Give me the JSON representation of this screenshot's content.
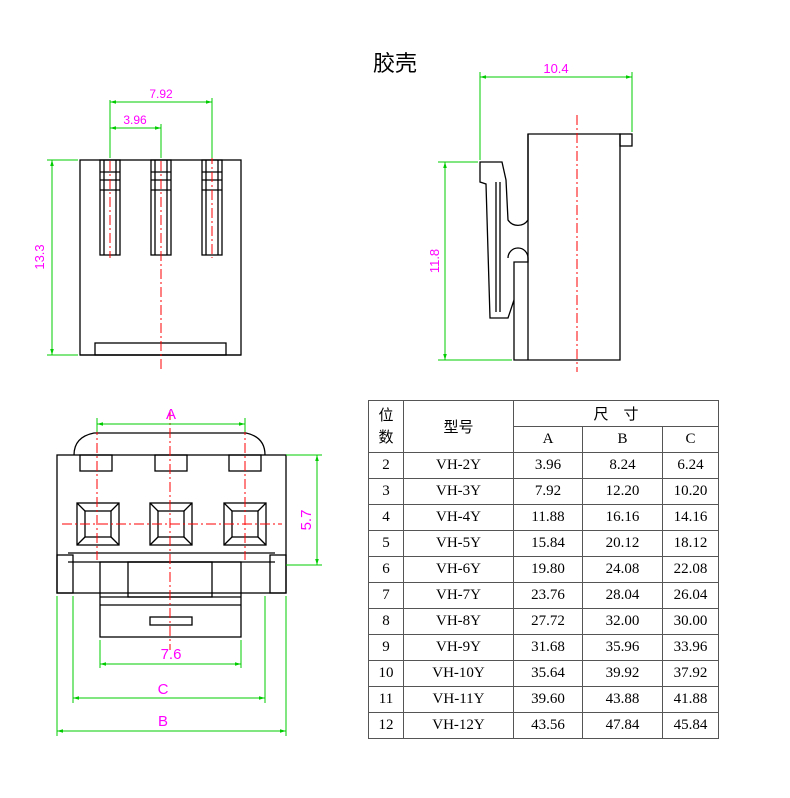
{
  "title": "胶壳",
  "dims": {
    "pitch_single": "3.96",
    "pitch_double": "7.92",
    "height": "13.3",
    "side_width": "10.4",
    "side_height": "11.8",
    "a": "A",
    "b": "B",
    "c": "C",
    "inner_width": "7.6",
    "depth": "5.7"
  },
  "table": {
    "col_position_top": "位",
    "col_position_bottom": "数",
    "col_model": "型号",
    "col_size": "尺　寸",
    "col_a": "A",
    "col_b": "B",
    "col_c": "C",
    "rows": [
      {
        "pos": "2",
        "model": "VH-2Y",
        "a": "3.96",
        "b": "8.24",
        "c": "6.24"
      },
      {
        "pos": "3",
        "model": "VH-3Y",
        "a": "7.92",
        "b": "12.20",
        "c": "10.20"
      },
      {
        "pos": "4",
        "model": "VH-4Y",
        "a": "11.88",
        "b": "16.16",
        "c": "14.16"
      },
      {
        "pos": "5",
        "model": "VH-5Y",
        "a": "15.84",
        "b": "20.12",
        "c": "18.12"
      },
      {
        "pos": "6",
        "model": "VH-6Y",
        "a": "19.80",
        "b": "24.08",
        "c": "22.08"
      },
      {
        "pos": "7",
        "model": "VH-7Y",
        "a": "23.76",
        "b": "28.04",
        "c": "26.04"
      },
      {
        "pos": "8",
        "model": "VH-8Y",
        "a": "27.72",
        "b": "32.00",
        "c": "30.00"
      },
      {
        "pos": "9",
        "model": "VH-9Y",
        "a": "31.68",
        "b": "35.96",
        "c": "33.96"
      },
      {
        "pos": "10",
        "model": "VH-10Y",
        "a": "35.64",
        "b": "39.92",
        "c": "37.92"
      },
      {
        "pos": "11",
        "model": "VH-11Y",
        "a": "39.60",
        "b": "43.88",
        "c": "41.88"
      },
      {
        "pos": "12",
        "model": "VH-12Y",
        "a": "43.56",
        "b": "47.84",
        "c": "45.84"
      }
    ]
  },
  "colors": {
    "outline": "#000000",
    "dimension_line": "#00cc00",
    "dimension_text": "#ff00ff",
    "center_line": "#ff0000"
  }
}
